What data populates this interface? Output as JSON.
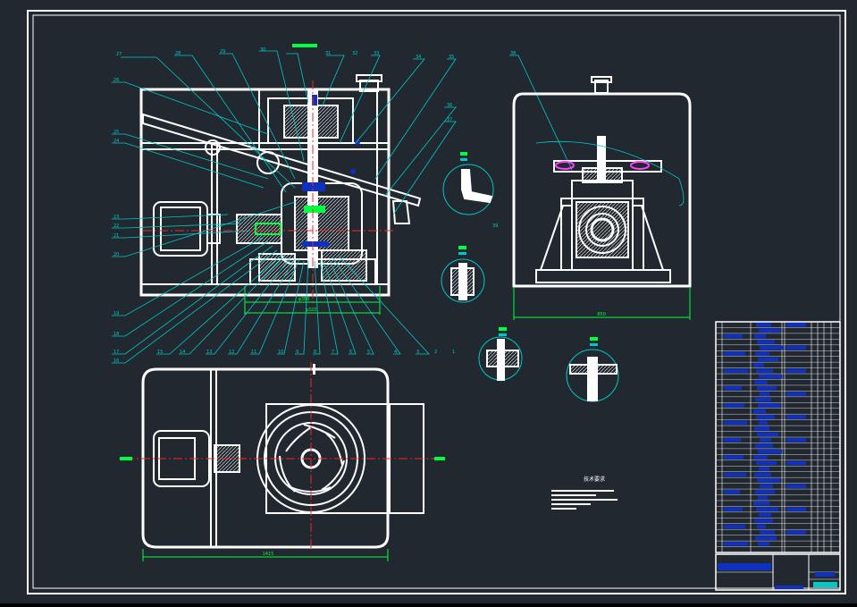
{
  "drawing": {
    "tech_req_title": "技术要求",
    "dims": {
      "front_a": "φ380",
      "front_b": "φ320",
      "side": "850",
      "plan": "1415"
    },
    "balloons": {
      "top": [
        "27",
        "28",
        "29",
        "30",
        "31",
        "32",
        "33",
        "34",
        "35"
      ],
      "left": [
        "26",
        "25",
        "24",
        "23",
        "22",
        "21",
        "20"
      ],
      "right": [
        "36",
        "37"
      ],
      "bottom": [
        "19",
        "18",
        "17",
        "16",
        "15",
        "14",
        "13",
        "12",
        "11",
        "10",
        "9",
        "8",
        "7",
        "6",
        "5",
        "4",
        "3",
        "2",
        "1"
      ],
      "side": [
        "38",
        "39"
      ]
    },
    "colors": {
      "background": "#212830",
      "outline": "#ffffff",
      "leader": "#00c8c8",
      "centerline": "#ff2020",
      "accent": "#00ff40",
      "fill": "#1030c0",
      "magenta": "#ff40ff"
    }
  }
}
